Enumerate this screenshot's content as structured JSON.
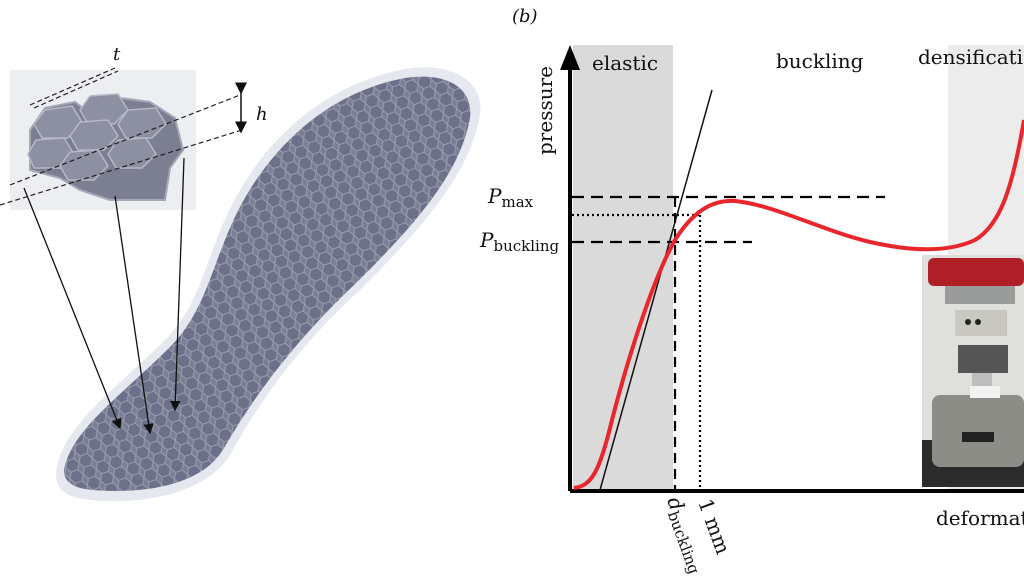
{
  "panel_a": {
    "label_t": "t",
    "label_h": "h",
    "colors": {
      "honeycomb": "#7c7f92",
      "insole_edge": "#e4e6ee"
    }
  },
  "panel_b": {
    "panel_label": "(b)",
    "region_elastic": "elastic",
    "region_buckling": "buckling",
    "region_densification": "densification",
    "y_axis_label": "pressure",
    "x_axis_label": "deformation",
    "p_max": {
      "main": "P",
      "sub": "max"
    },
    "p_buckling": {
      "main": "P",
      "sub": "buckling"
    },
    "d_buckling": {
      "main": "d",
      "sub": "buckling"
    },
    "one_mm": "1 mm",
    "colors": {
      "curve": "#e8262b",
      "elastic_band": "#d9dad9",
      "densification_band": "#ececec"
    }
  }
}
